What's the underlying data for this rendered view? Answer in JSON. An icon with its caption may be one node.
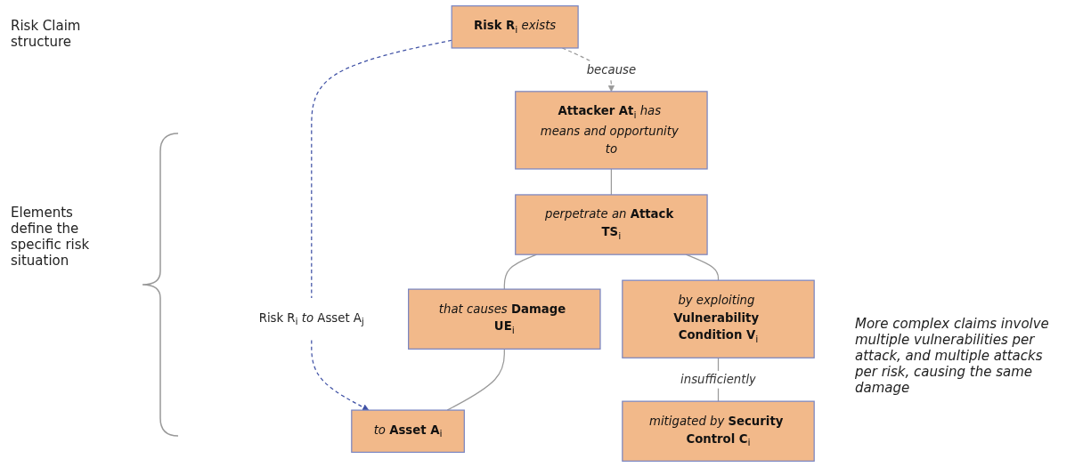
{
  "diagram": {
    "nodes": [
      {
        "text": [
          "**Risk R**$_{i}$ *exists*"
        ]
      },
      {
        "text": [
          "**Attacker At**$_{i}$ *has means and opportunity to*"
        ]
      },
      {
        "text": [
          "*perpetrate an* **Attack TS**$_{i}$"
        ]
      },
      {
        "text": [
          "*that causes* **Damage UE**$_{i}$"
        ]
      },
      {
        "text": [
          "*to* **Asset A**$_{i}$"
        ]
      },
      {
        "text": [
          "*by exploiting* **Vulnerability Condition V**$_{i}$"
        ]
      },
      {
        "text": [
          "*mitigated by* **Security Control C**$_{i}$"
        ]
      },
      {
        "text": [
          "Risk R$_{i}$ *to* Asset A$_{j}$"
        ]
      }
    ],
    "edges": [
      {
        "from": 0,
        "to": 1,
        "arrow": "to",
        "label": "because",
        "style": "dashed"
      },
      {
        "from": 1,
        "to": 2,
        "arrow": "none"
      },
      {
        "from": 2,
        "to": 3,
        "arrow": "none"
      },
      {
        "from": 3,
        "to": 4,
        "arrow": "none"
      },
      {
        "from": 2,
        "to": 5,
        "arrow": "none"
      },
      {
        "from": 5,
        "to": 6,
        "arrow": "none",
        "label": "insufficiently"
      },
      {
        "from": 0,
        "to": 7,
        "arrow": "none",
        "style": "dashed",
        "color": "#3f51a5"
      },
      {
        "from": 7,
        "to": 4,
        "arrow": "to",
        "style": "dashed",
        "color": "#3f51a5"
      }
    ],
    "labels": [
      "Risk Claim structure",
      "Elements define the specific risk situation",
      "More complex claims involve multiple vulnerabilities per attack, and multiple attacks per risk, causing the same damage"
    ]
  }
}
